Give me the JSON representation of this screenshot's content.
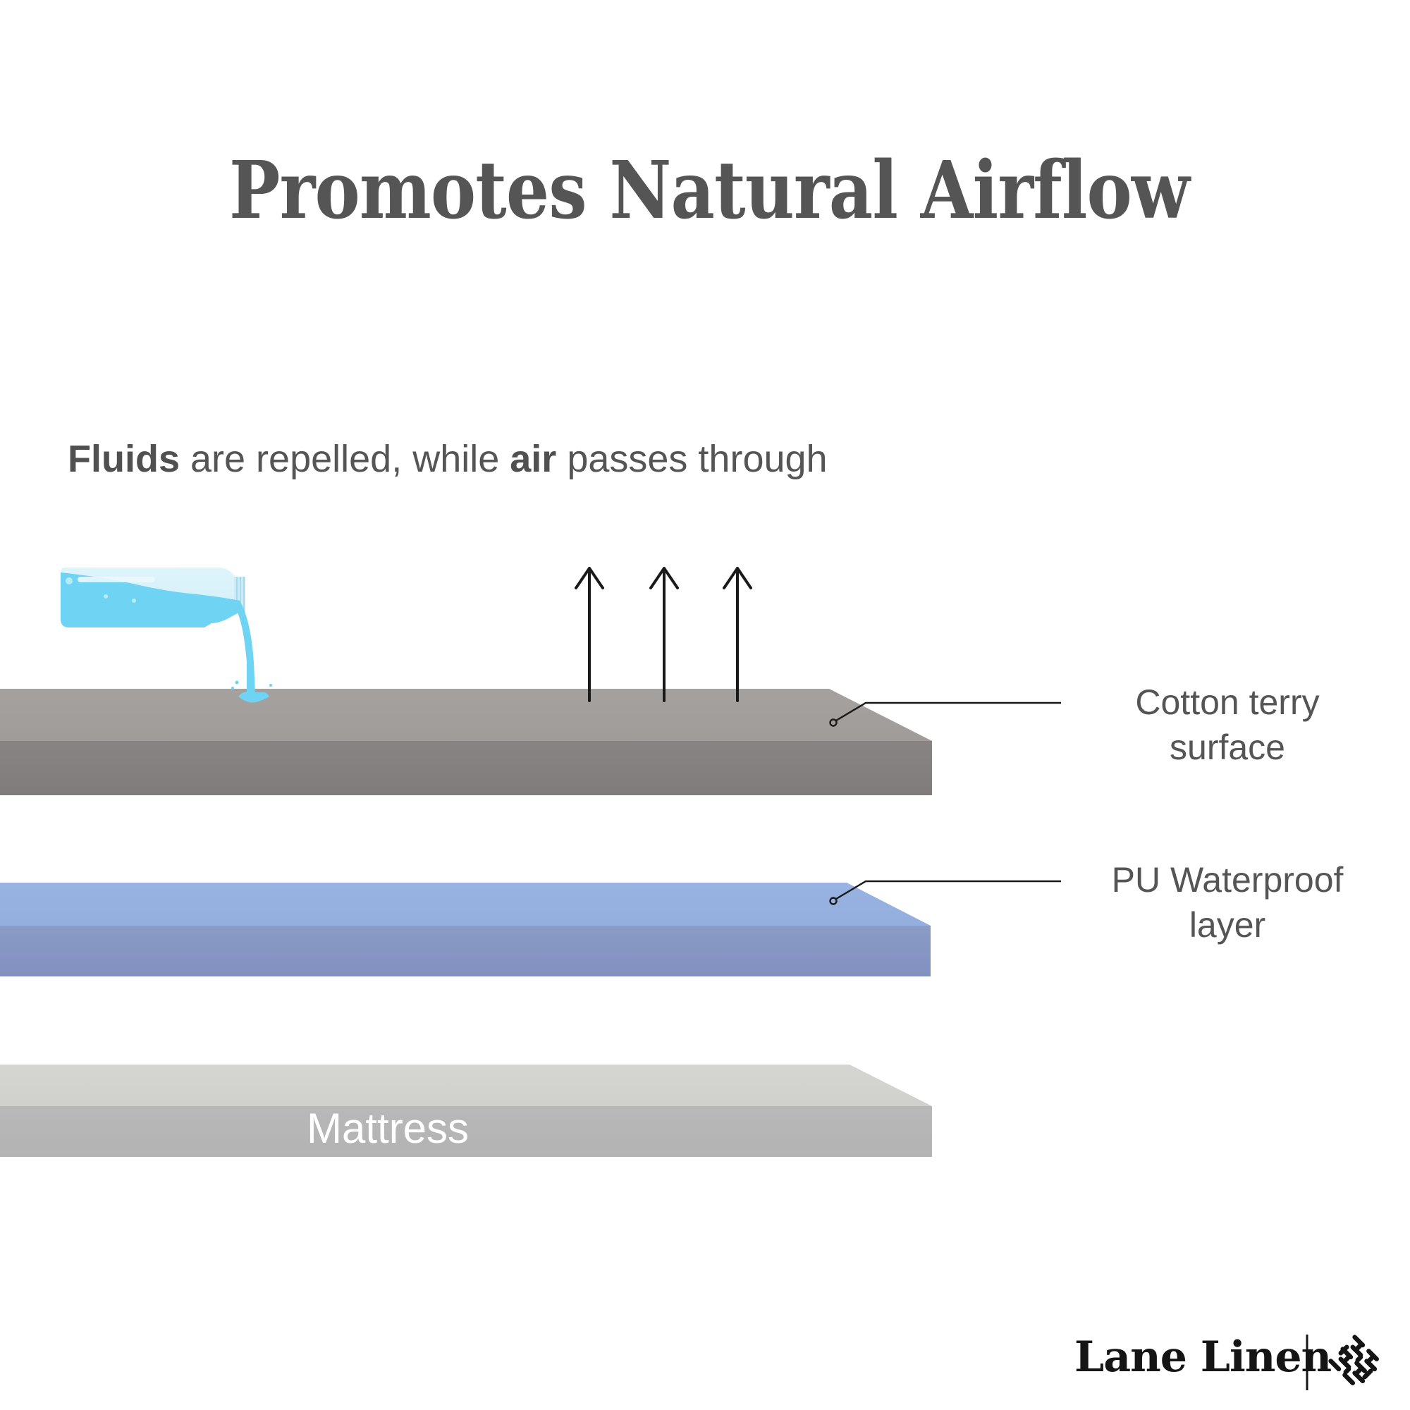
{
  "title": "Promotes Natural Airflow",
  "subtitle": {
    "part1_bold": "Fluids",
    "part2": " are repelled, while ",
    "part3_bold": "air",
    "part4": " passes through"
  },
  "layers": [
    {
      "id": "cotton",
      "label_line1": "Cotton terry",
      "label_line2": "surface",
      "top_color": "#a39f9d",
      "front_color": "#858180"
    },
    {
      "id": "pu",
      "label_line1": "PU Waterproof",
      "label_line2": "layer",
      "top_color": "#97b1e0",
      "front_color": "#8897c4"
    },
    {
      "id": "mattress",
      "label": "Mattress",
      "top_color": "#d3d3d0",
      "front_color": "#b6b6b6"
    }
  ],
  "icons": {
    "bottle": "water-bottle-pouring-icon",
    "airflow": "up-arrow-icon",
    "logo": "woven-pattern-icon"
  },
  "colors": {
    "water": "#6fd3f3",
    "text": "#555555",
    "arrow": "#1a1a1a"
  },
  "brand": {
    "name": "Lane Linen"
  }
}
